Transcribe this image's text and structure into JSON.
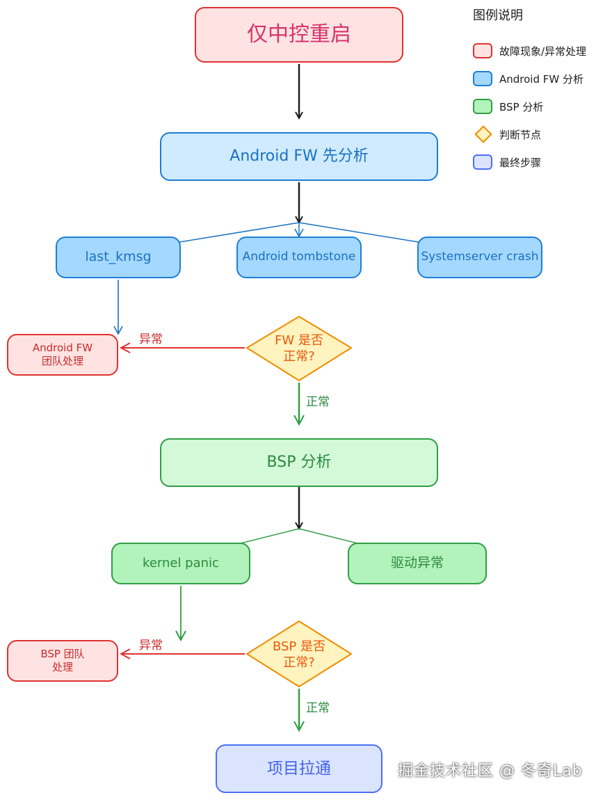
{
  "nodes": {
    "restart": "仅中控重启",
    "fw_analysis": "Android FW 先分析",
    "last_kmsg": "last_kmsg",
    "tombstone": "Android tombstone",
    "ss_crash": "Systemserver crash",
    "fw_team": "Android FW\n团队处理",
    "fw_check": "FW 是否\n正常?",
    "bsp_analysis": "BSP 分析",
    "kernel_panic": "kernel panic",
    "driver_abnormal": "驱动异常",
    "bsp_team": "BSP 团队\n处理",
    "bsp_check": "BSP 是否\n正常?",
    "final": "项目拉通"
  },
  "edge_labels": {
    "fw_abnormal": "异常",
    "fw_normal": "正常",
    "bsp_abnormal": "异常",
    "bsp_normal": "正常"
  },
  "legend": {
    "title": "图例说明",
    "items": [
      {
        "label": "故障现象/异常处理",
        "color": "#ffe3e3",
        "border": "#e03131"
      },
      {
        "label": "Android FW 分析",
        "color": "#a5d8ff",
        "border": "#1c7ed6"
      },
      {
        "label": "BSP 分析",
        "color": "#b2f2bb",
        "border": "#2f9e44"
      },
      {
        "label": "判断节点",
        "color": "#fff3bf",
        "border": "#f08c00"
      },
      {
        "label": "最终步骤",
        "color": "#dbe4ff",
        "border": "#4c6ef5"
      }
    ]
  },
  "watermark": "掘金技术社区 @ 冬奇Lab"
}
